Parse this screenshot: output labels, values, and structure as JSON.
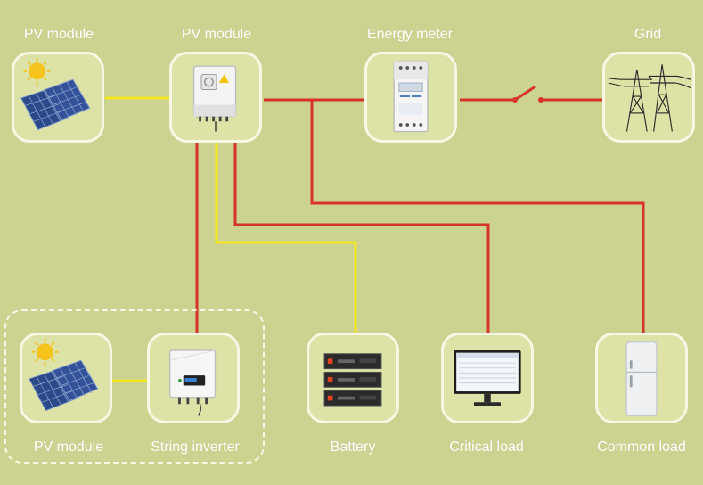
{
  "nodes": {
    "pv_module_top": {
      "label": "PV module"
    },
    "hybrid_inverter": {
      "label": "PV module"
    },
    "energy_meter": {
      "label": "Energy meter"
    },
    "grid": {
      "label": "Grid"
    },
    "pv_module_bottom": {
      "label": "PV module"
    },
    "string_inverter": {
      "label": "String inverter"
    },
    "battery": {
      "label": "Battery"
    },
    "critical_load": {
      "label": "Critical load"
    },
    "common_load": {
      "label": "Common load"
    }
  },
  "colors": {
    "background": "#ccd391",
    "ac_line": "#d7332b",
    "dc_line": "#f4e61f",
    "box_fill": "#dde3a6",
    "box_border": "#f7f7e4",
    "label_text": "#ffffff"
  }
}
